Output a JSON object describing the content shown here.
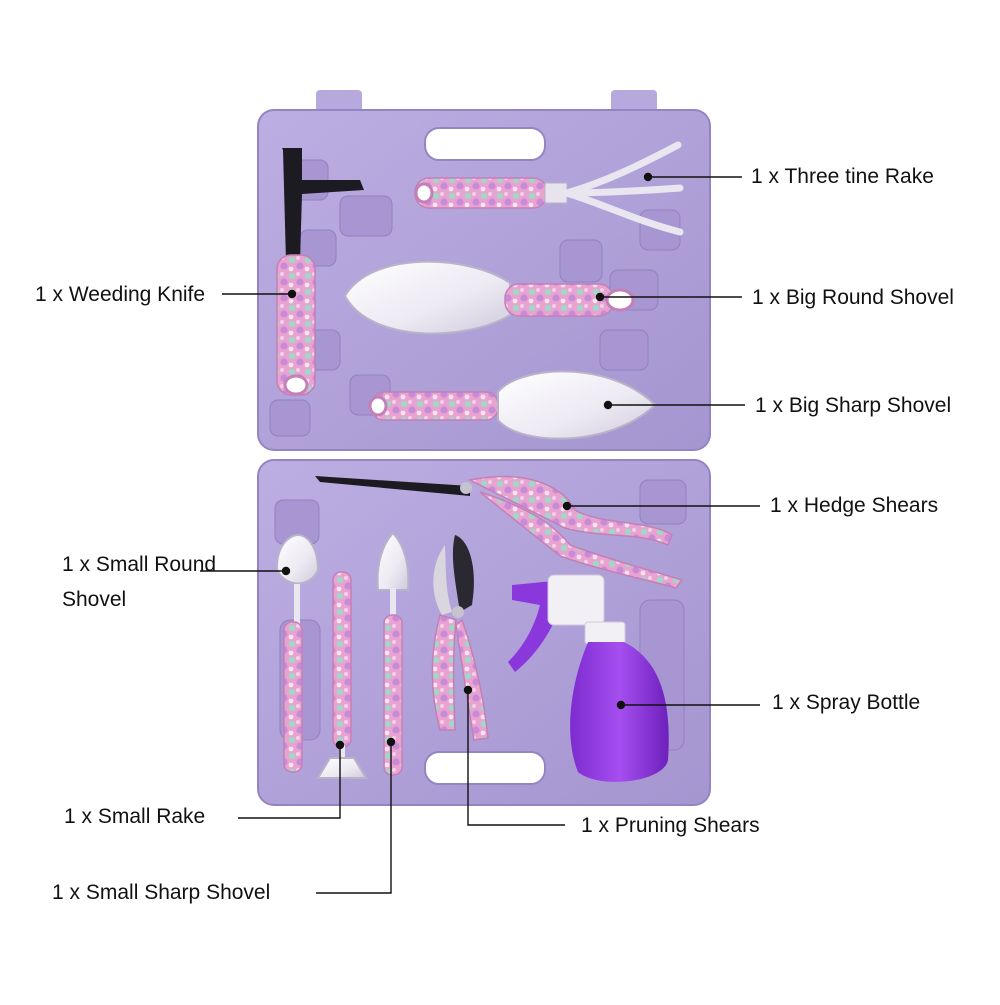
{
  "image": {
    "subject": "Purple garden tool kit case with floral-handled tools",
    "case_color": "#b3a3d9",
    "handle_pattern_colors": [
      "#e9a3d0",
      "#9fd8c8",
      "#c78bd8",
      "#f4d0e6"
    ]
  },
  "labels": {
    "three_tine_rake": "1 x Three tine Rake",
    "weeding_knife": "1 x Weeding Knife",
    "big_round_shovel": "1 x Big Round Shovel",
    "big_sharp_shovel": "1 x Big Sharp Shovel",
    "hedge_shears": "1 x Hedge Shears",
    "small_round_shovel": "1 x Small Round Shovel",
    "spray_bottle": "1 x Spray Bottle",
    "small_rake": "1 x Small Rake",
    "pruning_shears": "1 x Pruning Shears",
    "small_sharp_shovel": "1 x Small Sharp Shovel"
  }
}
